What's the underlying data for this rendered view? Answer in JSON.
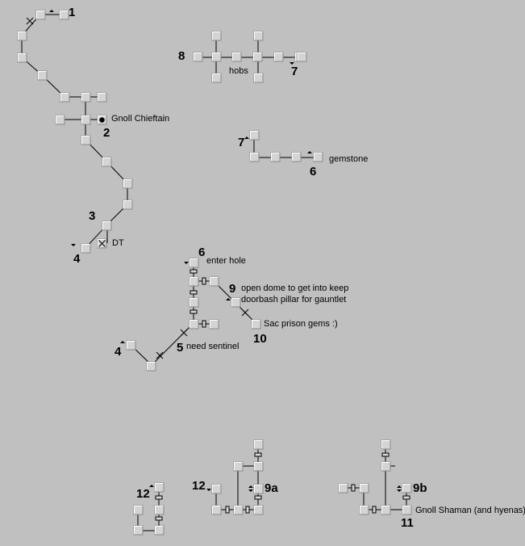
{
  "numbers": {
    "n1": "1",
    "n2": "2",
    "n3": "3",
    "n4a": "4",
    "n4b": "4",
    "n5": "5",
    "n6a": "6",
    "n6b": "6",
    "n7a": "7",
    "n7b": "7",
    "n8": "8",
    "n9": "9",
    "n9a": "9a",
    "n9b": "9b",
    "n10": "10",
    "n11": "11",
    "n12a": "12",
    "n12b": "12"
  },
  "notes": {
    "gnoll_chieftain": "Gnoll Chieftain",
    "dt": "DT",
    "hobs": "hobs",
    "gemstone": "gemstone",
    "enter_hole": "enter hole",
    "open_dome": "open dome to get into keep",
    "doorbash": "doorbash pillar for gauntlet",
    "sac_prison": "Sac prison gems :)",
    "need_sentinel": "need sentinel",
    "gnoll_shaman": "Gnoll Shaman (and hyenas)"
  }
}
